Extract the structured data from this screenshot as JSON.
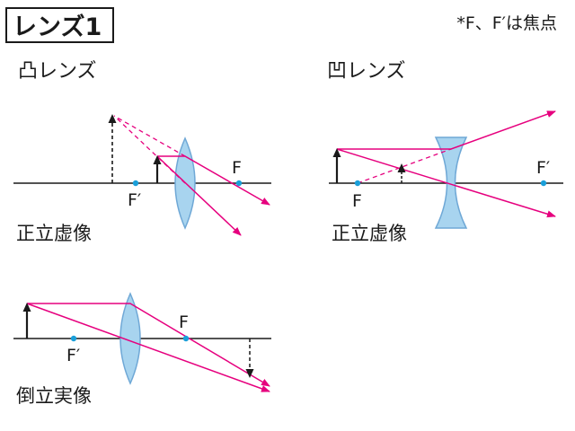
{
  "title": "レンズ1",
  "note": "*F、F′は焦点",
  "colors": {
    "lens_fill": "#a8d4ef",
    "lens_stroke": "#6fa8d6",
    "ray": "#e6007e",
    "focus_dot": "#1a9fd9",
    "axis": "#1a1a1a"
  },
  "convex_upright": {
    "heading": "凸レンズ",
    "caption": "正立虚像",
    "focus_near_label": "F′",
    "focus_far_label": "F"
  },
  "concave": {
    "heading": "凹レンズ",
    "caption": "正立虚像",
    "focus_near_label": "F",
    "focus_far_label": "F′"
  },
  "convex_inverted": {
    "caption": "倒立実像",
    "focus_near_label": "F′",
    "focus_far_label": "F"
  }
}
